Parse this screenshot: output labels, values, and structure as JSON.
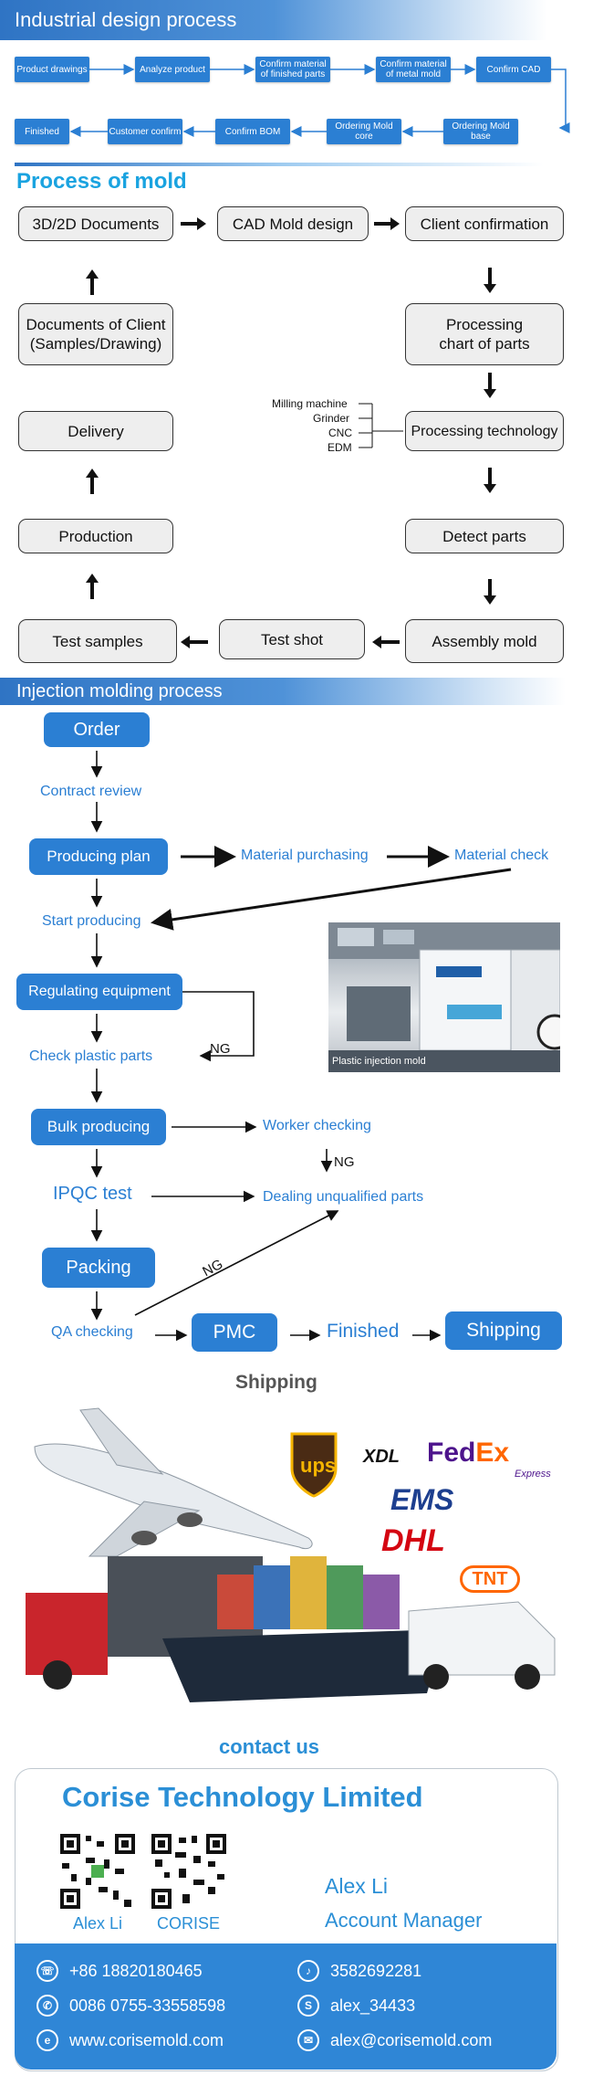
{
  "sections": {
    "industrial_title": "Industrial design process",
    "mold_title": "Process of mold",
    "injection_title": "Injection molding process",
    "shipping_title": "Shipping",
    "contact_title": "contact us"
  },
  "industrial": {
    "row1": [
      "Product drawings",
      "Analyze product",
      "Confirm material of finished parts",
      "Confirm material of metal mold",
      "Confirm CAD"
    ],
    "row2": [
      "Finished",
      "Customer confirm",
      "Confirm BOM",
      "Ordering Mold core",
      "Ordering Mold base"
    ]
  },
  "mold": {
    "docs": "3D/2D Documents",
    "cad": "CAD Mold design",
    "client_confirm": "Client confirmation",
    "client_docs_1": "Documents of Client",
    "client_docs_2": "(Samples/Drawing)",
    "chart_1": "Processing",
    "chart_2": "chart of parts",
    "delivery": "Delivery",
    "tech": "Processing technology",
    "production": "Production",
    "detect": "Detect parts",
    "test_samples": "Test samples",
    "test_shot": "Test shot",
    "assembly": "Assembly mold",
    "machines": [
      "Milling machine",
      "Grinder",
      "CNC",
      "EDM"
    ]
  },
  "injection": {
    "order": "Order",
    "contract": "Contract review",
    "plan": "Producing plan",
    "purchasing": "Material purchasing",
    "check": "Material check",
    "start": "Start producing",
    "regulating": "Regulating equipment",
    "check_plastic": "Check plastic parts",
    "ng": "NG",
    "bulk": "Bulk producing",
    "worker": "Worker checking",
    "ipqc": "IPQC test",
    "dealing": "Dealing unqualified parts",
    "packing": "Packing",
    "qa": "QA checking",
    "pmc": "PMC",
    "finished": "Finished",
    "shipping": "Shipping",
    "photo_caption": "Plastic injection mold"
  },
  "carriers": {
    "ups": "ups",
    "xdl": "XDL",
    "fedex_1": "Fed",
    "fedex_2": "Ex",
    "fedex_express": "Express",
    "ems": "EMS",
    "dhl": "DHL",
    "tnt": "TNT"
  },
  "contact": {
    "company": "Corise Technology Limited",
    "qr_labels": [
      "Alex Li",
      "CORISE"
    ],
    "name": "Alex Li",
    "role": "Account Manager",
    "phone": "+86 18820180465",
    "qq": "3582692281",
    "tel": "0086 0755-33558598",
    "skype": "alex_34433",
    "web": "www.corisemold.com",
    "email": "alex@corisemold.com"
  },
  "colors": {
    "accent_blue": "#2b7fd3",
    "title_cyan": "#1aa3e0",
    "box_gray": "#eeeeee"
  },
  "icons": [
    "phone-icon",
    "bell-icon",
    "telephone-icon",
    "skype-icon",
    "web-icon",
    "mail-icon"
  ]
}
